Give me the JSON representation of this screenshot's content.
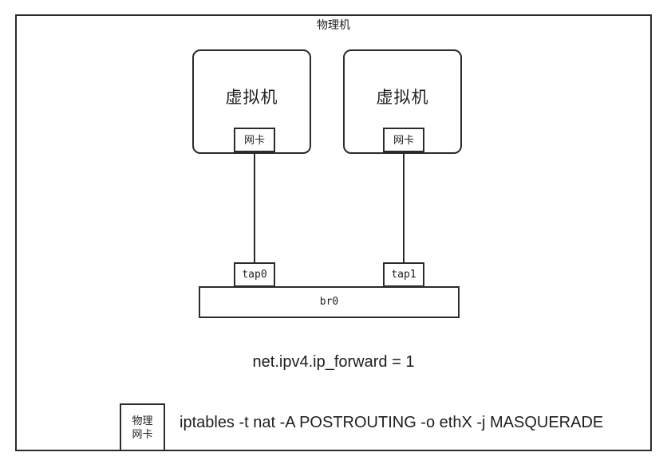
{
  "diagram": {
    "host": {
      "title": "物理机",
      "border_color": "#2b2b2b",
      "background": "#ffffff"
    },
    "virtual_machines": [
      {
        "label": "虚拟机",
        "nic_label": "网卡",
        "tap_label": "tap0"
      },
      {
        "label": "虚拟机",
        "nic_label": "网卡",
        "tap_label": "tap1"
      }
    ],
    "bridge": {
      "label": "br0"
    },
    "sysctl": {
      "text": "net.ipv4.ip_forward = 1"
    },
    "physical_nic": {
      "line1": "物理",
      "line2": "网卡"
    },
    "iptables": {
      "command": "iptables -t nat -A POSTROUTING -o ethX -j MASQUERADE"
    }
  }
}
